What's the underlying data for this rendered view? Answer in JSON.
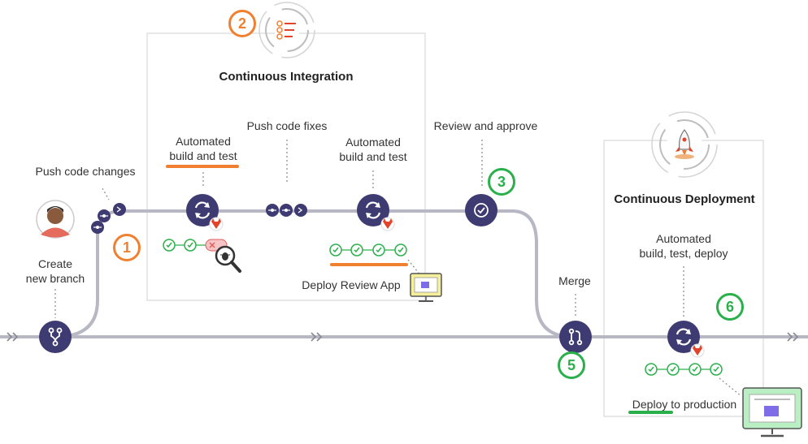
{
  "ci": {
    "title": "Continuous Integration"
  },
  "cd": {
    "title": "Continuous Deployment"
  },
  "labels": {
    "push_code_changes": "Push code changes",
    "create_new_branch_1": "Create",
    "create_new_branch_2": "new branch",
    "automated_build_test_1a": "Automated",
    "automated_build_test_1b": "build and test",
    "push_code_fixes": "Push code fixes",
    "automated_build_test_2a": "Automated",
    "automated_build_test_2b": "build and test",
    "review_and_approve": "Review and approve",
    "deploy_review_app": "Deploy Review App",
    "merge": "Merge",
    "automated_deploy_1": "Automated",
    "automated_deploy_2": "build, test, deploy",
    "deploy_to_production": "Deploy to production"
  },
  "steps": {
    "s1": "1",
    "s2": "2",
    "s3": "3",
    "s5": "5",
    "s6": "6"
  },
  "colors": {
    "node": "#3e3a72",
    "pipeline": "#b8b8c4",
    "orange": "#f08030",
    "green": "#2ab04a",
    "check": "#2ab04a",
    "fail": "#e06060"
  }
}
